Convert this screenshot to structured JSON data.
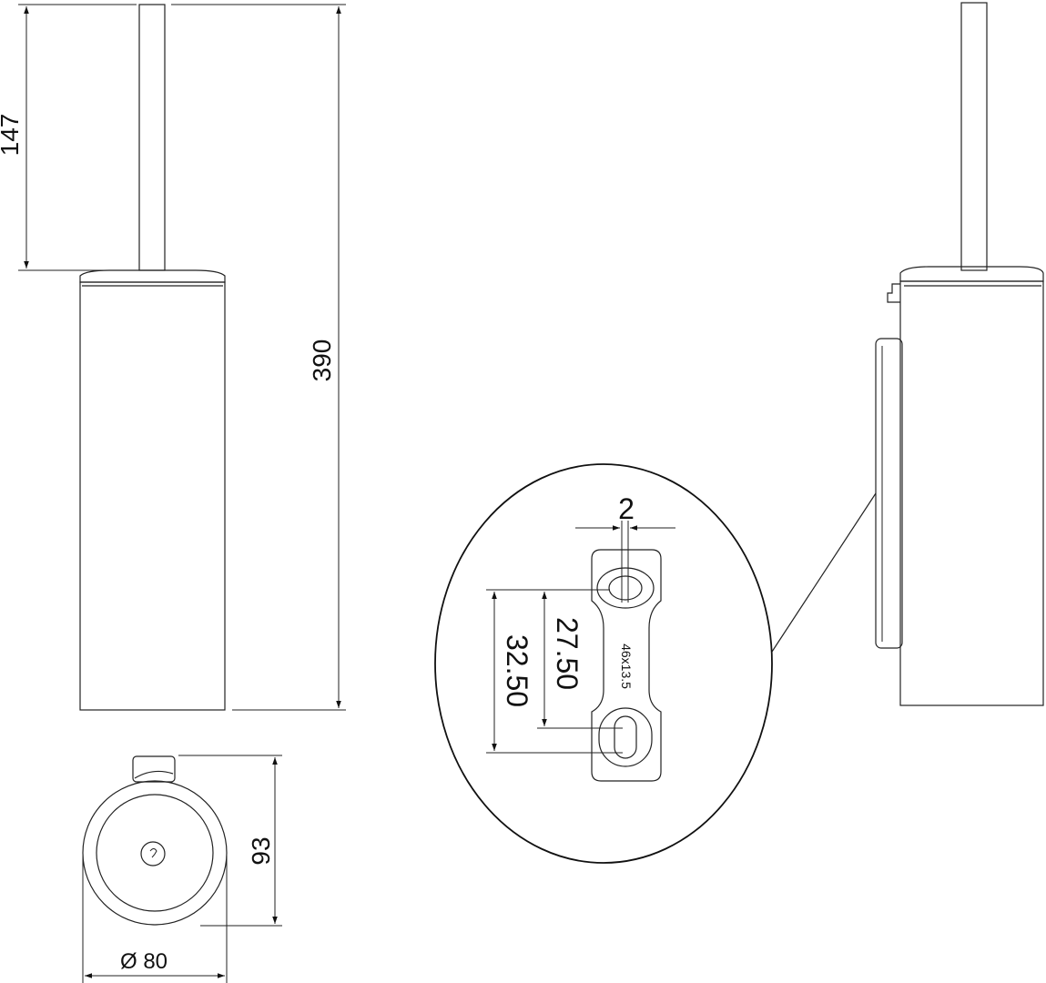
{
  "dimensions": {
    "handle_height": "147",
    "total_height": "390",
    "depth": "93",
    "diameter": "Ø 80",
    "slot_width": "2",
    "inner_spacing": "27.50",
    "outer_spacing": "32.50",
    "plate_label": "46x13.5"
  },
  "colors": {
    "line": "#222222",
    "background": "#ffffff"
  }
}
